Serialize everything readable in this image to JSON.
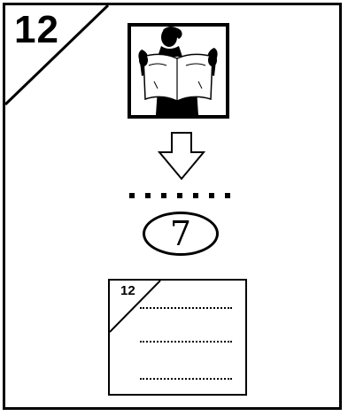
{
  "card": {
    "number": "12"
  },
  "instruction": {
    "answer_value": "7"
  },
  "preview_card": {
    "number": "12",
    "line_count": 3
  },
  "icons": {
    "picture": "person-reading-newspaper-icon",
    "arrow": "arrow-down-icon",
    "dots": "dotted-line-icon"
  },
  "colors": {
    "ink": "#000000",
    "paper": "#ffffff"
  }
}
